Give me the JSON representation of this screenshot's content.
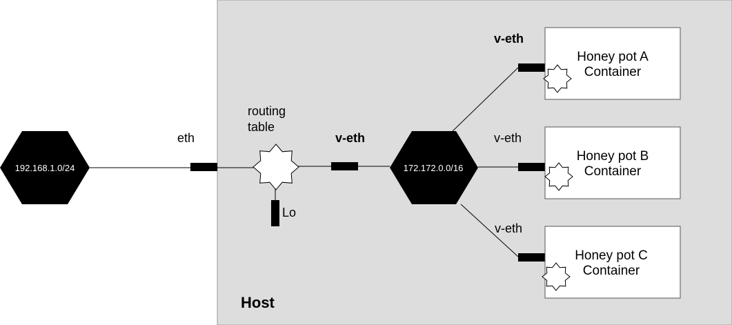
{
  "host": {
    "label": "Host",
    "fill": "#dddddd"
  },
  "networks": {
    "external": {
      "label": "192.168.1.0/24"
    },
    "internal": {
      "label": "172.172.0.0/16"
    }
  },
  "interfaces": {
    "eth": "eth",
    "veth_router": "v-eth",
    "lo": "Lo",
    "veth_a": "v-eth",
    "veth_b": "v-eth",
    "veth_c": "v-eth"
  },
  "router": {
    "line1": "routing",
    "line2": "table"
  },
  "containers": [
    {
      "line1": "Honey pot A",
      "line2": "Container"
    },
    {
      "line1": "Honey pot B",
      "line2": "Container"
    },
    {
      "line1": "Honey pot C",
      "line2": "Container"
    }
  ],
  "colors": {
    "node": "#000000",
    "line": "#000000",
    "container_bg": "#ffffff",
    "host_border": "#999999"
  }
}
